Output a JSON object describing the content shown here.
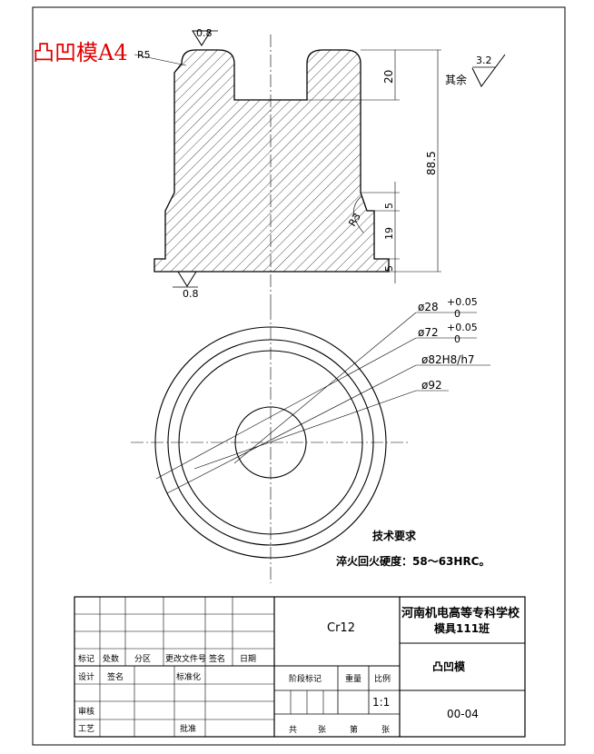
{
  "sheet_label": "凸凹模A4",
  "dimensions": {
    "top_roughness": "0.8",
    "fillet": "R5",
    "depth": "20",
    "height": "88.5",
    "d1": "5",
    "d2": "19",
    "d3": "5",
    "chamfer": "R3",
    "bottom_roughness": "0.8",
    "other_roughness_value": "3.2",
    "other_roughness_label": "其余"
  },
  "diameters": {
    "d28_main": "ø28",
    "d28_tol_upper": "+0.05",
    "d28_tol_lower": "0",
    "d72_main": "ø72",
    "d72_tol_upper": "+0.05",
    "d72_tol_lower": "0",
    "d82": "ø82H8/h7",
    "d92": "ø92"
  },
  "tech": {
    "title": "技术要求",
    "line1": "淬火回火硬度：58～63HRC。"
  },
  "title_block": {
    "material": "Cr12",
    "school": "河南机电高等专科学校",
    "class_name": "模具111班",
    "part_name": "凸凹模",
    "drawing_no": "00-04",
    "scale_label": "比例",
    "scale": "1:1",
    "stage_label": "阶段标记",
    "weight_label": "重量",
    "rev_mark": "标记",
    "rev_count": "处数",
    "rev_zone": "分区",
    "rev_doc": "更改文件号",
    "rev_sign": "签名",
    "rev_date": "日期",
    "designer": "设计",
    "standardize": "标准化",
    "signed": "签名",
    "checker": "审核",
    "process": "工艺",
    "approve": "批准",
    "total": "共",
    "sheets": "张",
    "sheet_no": "第",
    "sheets2": "张"
  }
}
